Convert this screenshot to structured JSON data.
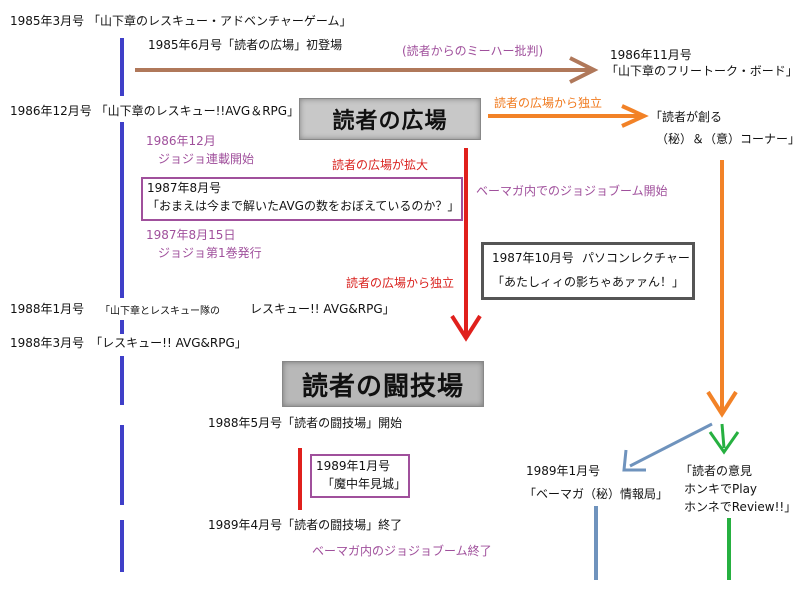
{
  "entries": {
    "e1985_03": "1985年3月号 「山下章のレスキュー・アドベンチャーゲーム」",
    "e1985_06": "1985年6月号「読者の広場」初登場",
    "criticism": "(読者からのミーハー批判)",
    "e1986_11_date": "1986年11月号",
    "e1986_11_title": "「山下章のフリートーク・ボード」",
    "e1986_12": "1986年12月号 「山下章のレスキュー!!AVG＆RPG」",
    "logo1": "読者の広場",
    "independent1": "読者の広場から独立",
    "corner_line1": "「読者が創る",
    "corner_line2": "（秘）＆（意）コーナー」",
    "jojo_start_date": "1986年12月",
    "jojo_start": "ジョジョ連載開始",
    "expand": "読者の広場が拡大",
    "boom_start": "ベーマガ内でのジョジョブーム開始",
    "e1987_08_date": "1987年8月号",
    "e1987_08_title": "「おまえは今まで解いたAVGの数をおぼえているのか？」",
    "e1987_0815_date": "1987年8月15日",
    "e1987_0815": "ジョジョ第1巻発行",
    "e1987_10_date": "1987年10月号",
    "e1987_10_label": "パソコンレクチャー",
    "e1987_10_title": "「あたしィィの影ちゃあァァん！」",
    "independent2": "読者の広場から独立",
    "e1988_01_date": "1988年1月号",
    "e1988_01_prefix": "「山下章とレスキュー隊の",
    "e1988_01_title": "レスキュー!! AVG&RPG」",
    "e1988_03": "1988年3月号　「レスキュー!! AVG&RPG」",
    "logo2": "読者の闘技場",
    "e1988_05": "1988年5月号「読者の闘技場」開始",
    "e1989_01a_date": "1989年1月号",
    "e1989_01a_title": "「魔中年見城」",
    "e1989_04": "1989年4月号「読者の闘技場」終了",
    "boom_end": "ベーマガ内のジョジョブーム終了",
    "e1989_01b_date": "1989年1月号",
    "e1989_01b_title": "「ベーマガ（秘）情報局」",
    "review_line1": "「読者の意見",
    "review_line2": "ホンキでPlay",
    "review_line3": "ホンネでReview!!」"
  },
  "colors": {
    "blue": "#3f3fc8",
    "brown": "#b0785a",
    "orange": "#f28227",
    "red": "#e0201c",
    "steel": "#6f93bd",
    "green": "#26b040",
    "purple": "#a0509c",
    "gray": "#555555"
  }
}
